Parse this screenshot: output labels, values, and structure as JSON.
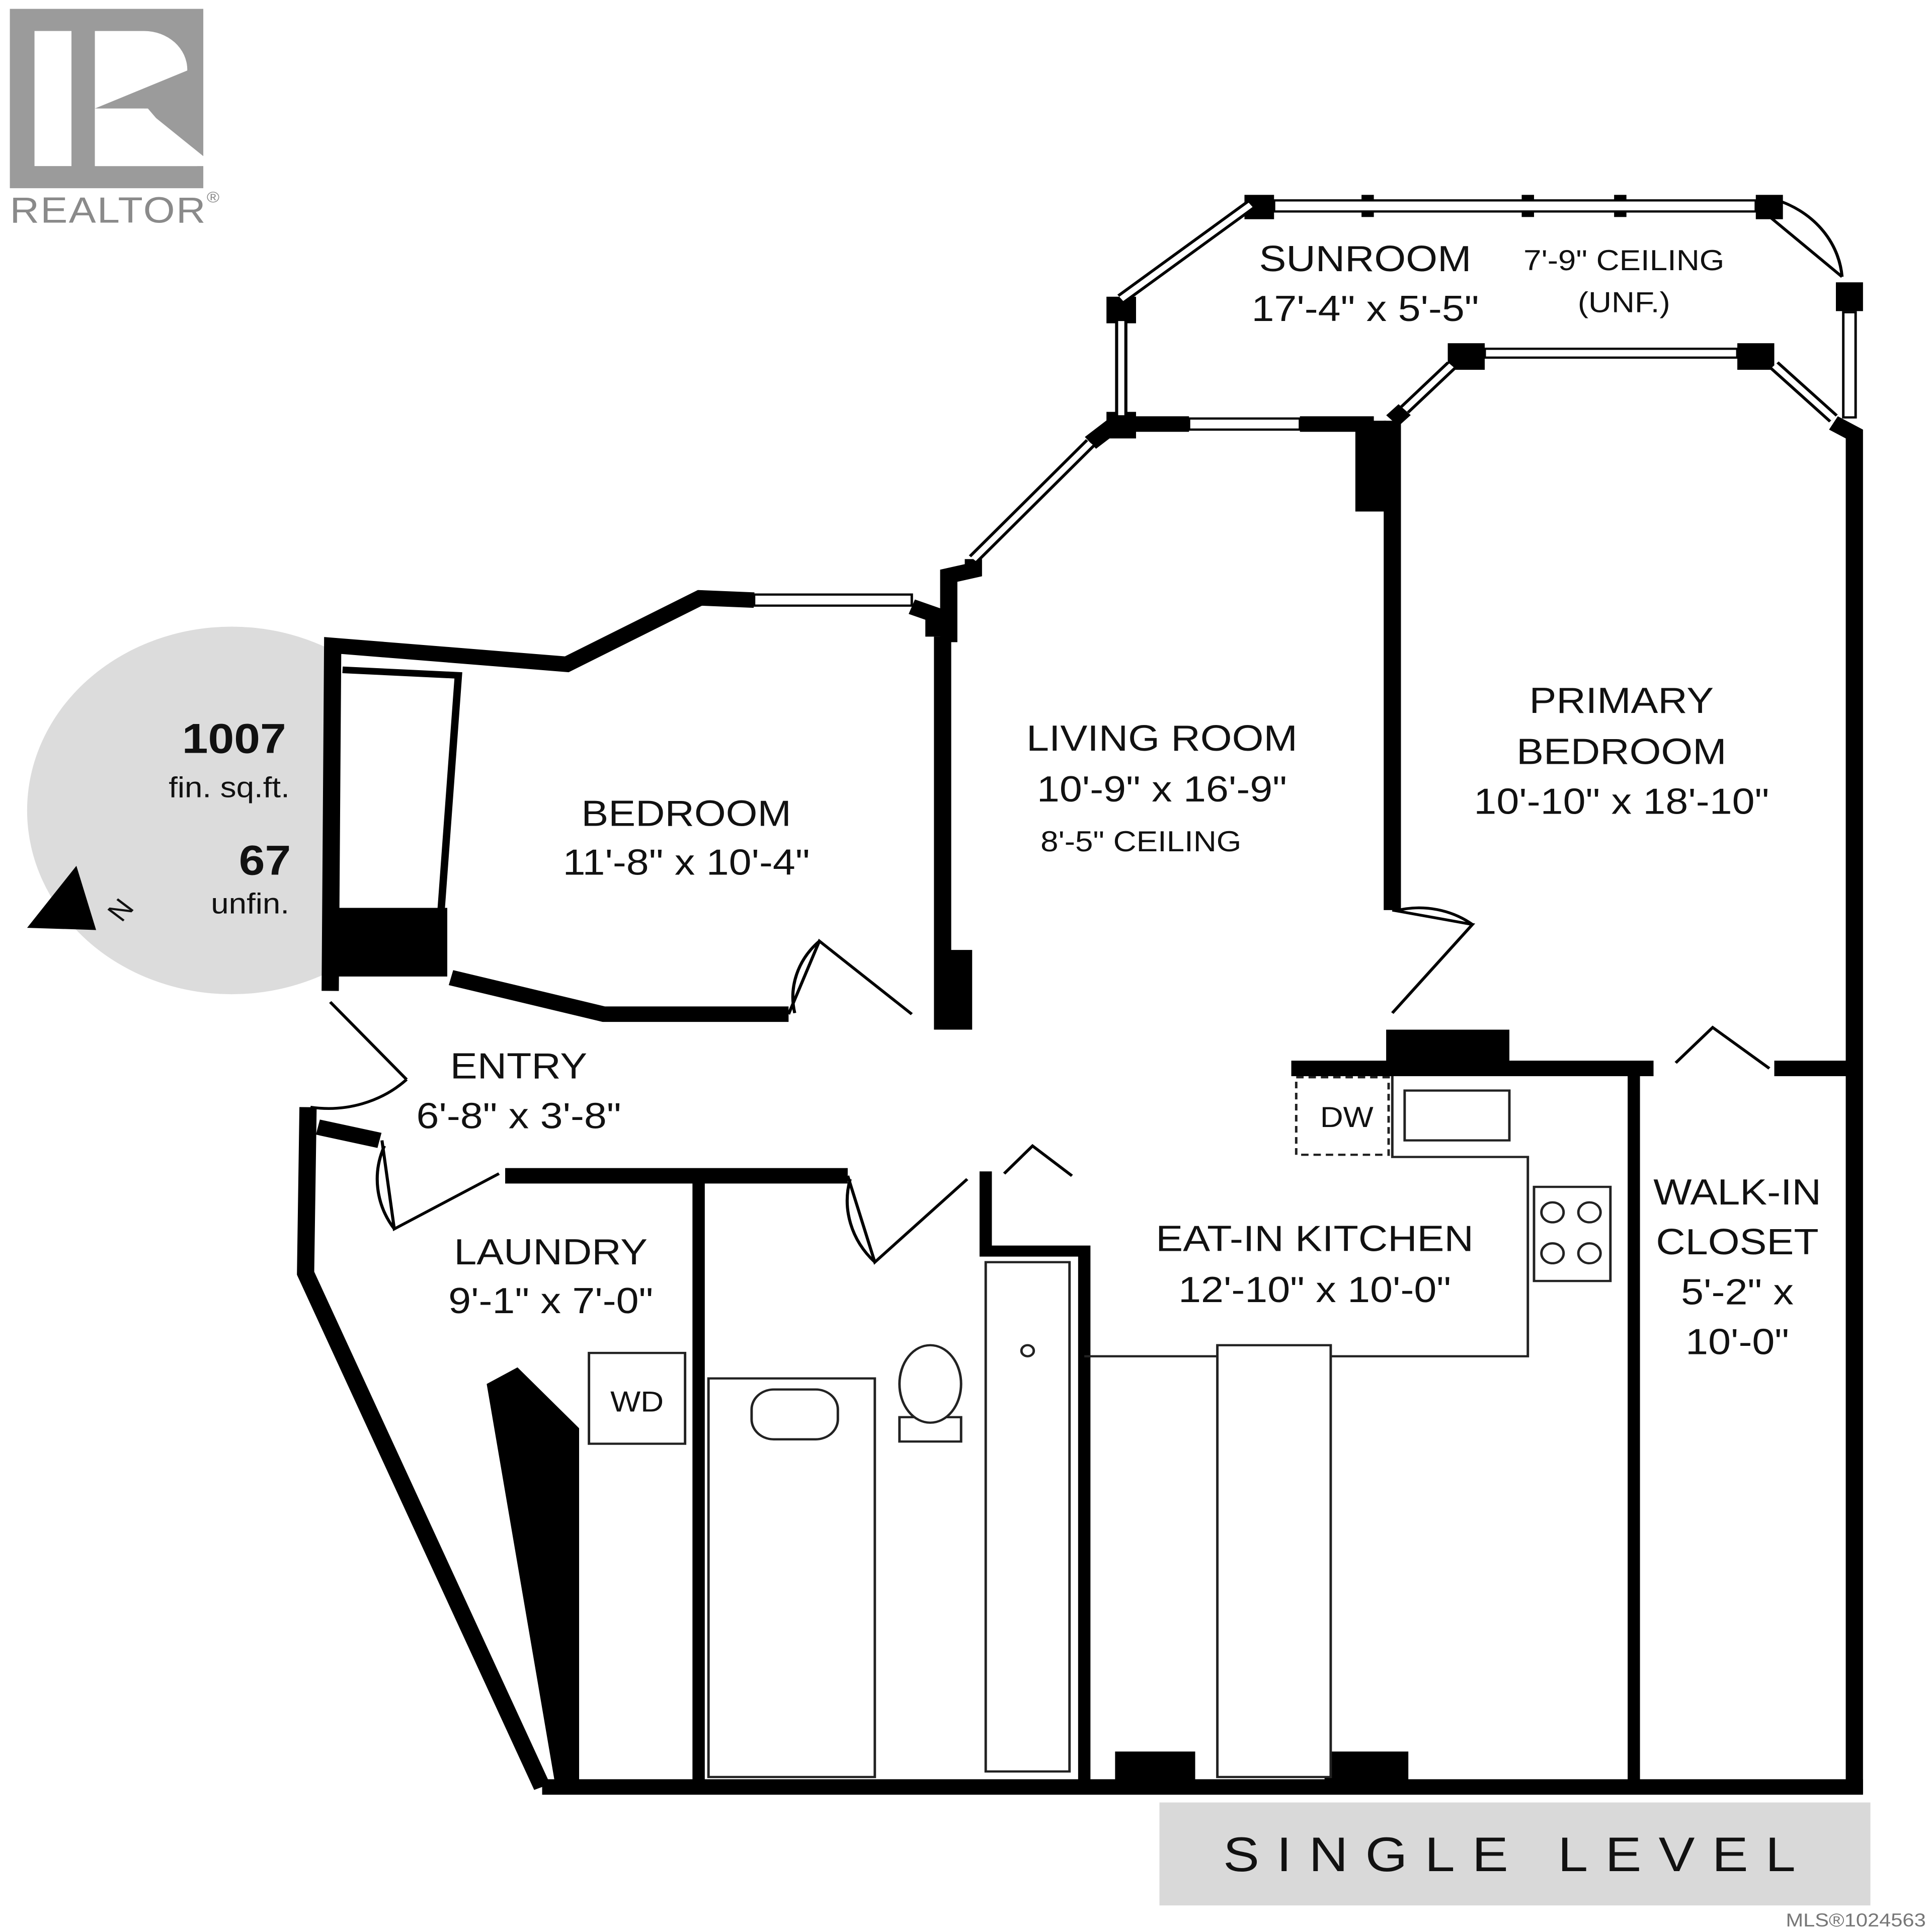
{
  "branding": {
    "logo_text": "REALTOR®",
    "mls": "MLS®1024563"
  },
  "summary": {
    "finished_value": "1007",
    "finished_label": "fin. sq.ft.",
    "unfinished_value": "67",
    "unfinished_label": "unfin.",
    "north_label": "N"
  },
  "level_label": "SINGLE LEVEL",
  "rooms": {
    "sunroom": {
      "name": "SUNROOM",
      "dims": "17'-4\" x 5'-5\"",
      "note1": "7'-9\" CEILING",
      "note2": "(UNF.)"
    },
    "living": {
      "name": "LIVING ROOM",
      "dims": "10'-9\" x 16'-9\"",
      "note": "8'-5\" CEILING"
    },
    "primary": {
      "name1": "PRIMARY",
      "name2": "BEDROOM",
      "dims": "10'-10\" x 18'-10\""
    },
    "bedroom": {
      "name": "BEDROOM",
      "dims": "11'-8\" x 10'-4\""
    },
    "entry": {
      "name": "ENTRY",
      "dims": "6'-8\" x 3'-8\""
    },
    "laundry": {
      "name": "LAUNDRY",
      "dims": "9'-1\" x 7'-0\""
    },
    "kitchen": {
      "name": "EAT-IN KITCHEN",
      "dims": "12'-10\" x 10'-0\""
    },
    "closet": {
      "name1": "WALK-IN",
      "name2": "CLOSET",
      "dims1": "5'-2\" x",
      "dims2": "10'-0\""
    }
  },
  "fixtures": {
    "dishwasher": "DW",
    "washer_dryer": "WD"
  },
  "colors": {
    "wall": "#000000",
    "summary_circle": "#dcdcdc",
    "level_band": "#d9d9d9",
    "logo": "#9b9b9b"
  }
}
